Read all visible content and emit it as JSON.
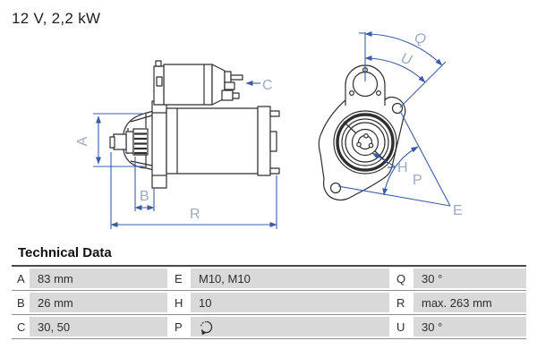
{
  "title": "12 V, 2,2 kW",
  "diagram": {
    "labels": {
      "A": "A",
      "B": "B",
      "C": "C",
      "R": "R",
      "Q": "Q",
      "U": "U",
      "H": "H",
      "P": "P",
      "E": "E"
    }
  },
  "colors": {
    "outline": "#2f2f2f",
    "dimension_blue": "#3a5ca6",
    "label_blue": "#9ca9c2",
    "cell_gray": "#d9d9d9"
  },
  "table": {
    "heading": "Technical Data",
    "rows": [
      [
        {
          "key": "A",
          "value": "83 mm"
        },
        {
          "key": "E",
          "value": "M10, M10"
        },
        {
          "key": "Q",
          "value": "30 °"
        }
      ],
      [
        {
          "key": "B",
          "value": "26 mm"
        },
        {
          "key": "H",
          "value": "10"
        },
        {
          "key": "R",
          "value": "max. 263 mm"
        }
      ],
      [
        {
          "key": "C",
          "value": "30, 50"
        },
        {
          "key": "P",
          "value": "",
          "icon": "rotation-direction-icon"
        },
        {
          "key": "U",
          "value": "30 °"
        }
      ]
    ]
  }
}
